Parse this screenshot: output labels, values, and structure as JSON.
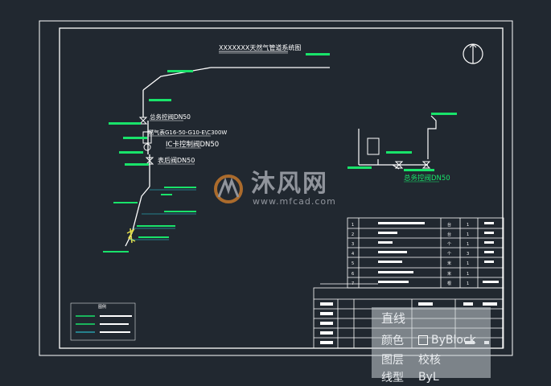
{
  "drawing": {
    "title": "XXXXXXX天然气管道系统图",
    "north_symbol": "north-arrow"
  },
  "pipe_labels": {
    "main_valve": "总务控阀DN50",
    "meter": "燃气表G16-50-G10-E\\C300W",
    "ic_valve": "IC卡控制阀DN50",
    "after_meter_valve": "表后阀DN50",
    "right_valve": "总务控阀DN50"
  },
  "legend": {
    "heading": "图例"
  },
  "materials_table": {
    "rows": [
      {
        "no": "1",
        "unit": "台",
        "qty": "1"
      },
      {
        "no": "2",
        "unit": "台",
        "qty": "1"
      },
      {
        "no": "3",
        "unit": "个",
        "qty": "1"
      },
      {
        "no": "4",
        "unit": "个",
        "qty": "3"
      },
      {
        "no": "5",
        "unit": "米",
        "qty": "1"
      },
      {
        "no": "6",
        "unit": "米",
        "qty": "1"
      },
      {
        "no": "7",
        "unit": "根",
        "qty": "1"
      }
    ]
  },
  "properties_tooltip": {
    "heading": "直线",
    "rows": [
      {
        "key": "颜色",
        "value": "ByBlock"
      },
      {
        "key": "图层",
        "value": "校核"
      },
      {
        "key": "线型",
        "value": "ByL"
      }
    ]
  },
  "watermark": {
    "brand_cn": "沐风网",
    "url": "www.mfcad.com"
  },
  "colors": {
    "background": "#212830",
    "frame": "#ffffff",
    "label_bar": "#19e36a",
    "pipe": "#ffffff",
    "dimension": "#2ad7e8",
    "valve": "#e5e04a"
  }
}
